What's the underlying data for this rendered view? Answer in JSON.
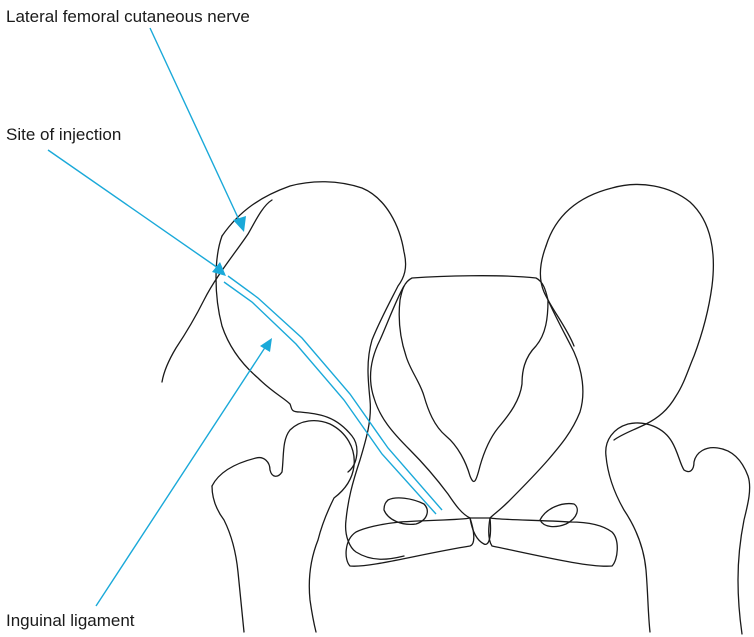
{
  "labels": {
    "lateral_femoral_cutaneous_nerve": "Lateral femoral cutaneous nerve",
    "site_of_injection": "Site of injection",
    "inguinal_ligament": "Inguinal ligament"
  },
  "colors": {
    "outline": "#1a1a1a",
    "pointer": "#1aa9d9",
    "background": "#ffffff"
  }
}
